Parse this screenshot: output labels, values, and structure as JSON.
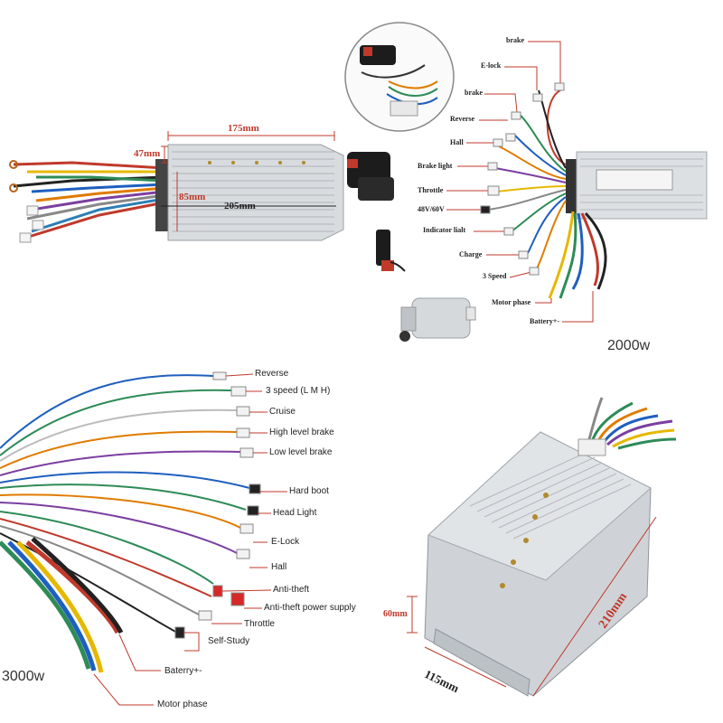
{
  "top_left": {
    "dimensions": {
      "length": "175mm",
      "height": "47mm",
      "width": "85mm",
      "total": "205mm"
    }
  },
  "top_right": {
    "labels": [
      "brake",
      "E-lock",
      "brake",
      "Reverse",
      "Hall",
      "Brake light",
      "Throttle",
      "48V/60V",
      "Indicator lialt",
      "Charge",
      "3 Speed",
      "Motor phase",
      "Battery+-"
    ],
    "model": "2000w"
  },
  "bottom_left": {
    "labels": [
      "Reverse",
      "3 speed (L M H)",
      "Cruise",
      "High level brake",
      "Low level brake",
      "Hard boot",
      "Head Light",
      "E-Lock",
      "Hall",
      "Anti-theft",
      "Anti-theft power  supply",
      "Throttle",
      "Self-Study",
      "Baterry+-",
      "Motor phase"
    ],
    "model": "3000w"
  },
  "bottom_right": {
    "dimensions": {
      "height": "60mm",
      "width": "115mm",
      "length": "210mm"
    }
  },
  "colors": {
    "accent_red": "#c0392b",
    "aluminum": "#d4d7da"
  }
}
